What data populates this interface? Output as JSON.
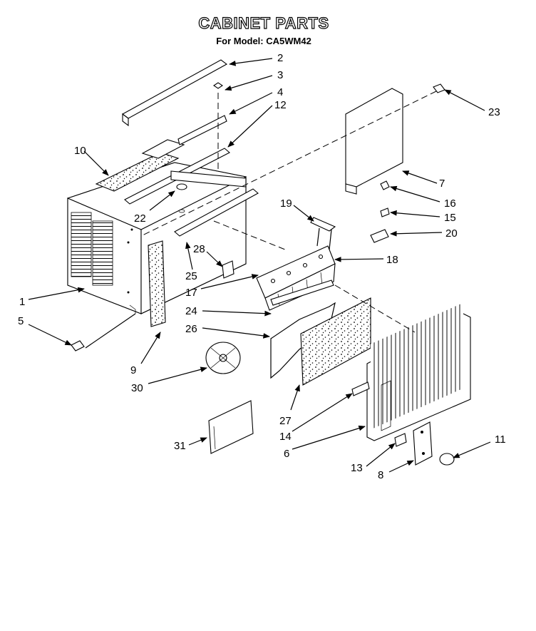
{
  "title": "CABINET PARTS",
  "subtitle": "For Model: CA5WM42",
  "callouts": [
    "1",
    "2",
    "3",
    "4",
    "5",
    "6",
    "7",
    "8",
    "9",
    "10",
    "11",
    "12",
    "13",
    "14",
    "15",
    "16",
    "17",
    "18",
    "19",
    "20",
    "22",
    "23",
    "24",
    "25",
    "26",
    "27",
    "28",
    "30",
    "31"
  ]
}
